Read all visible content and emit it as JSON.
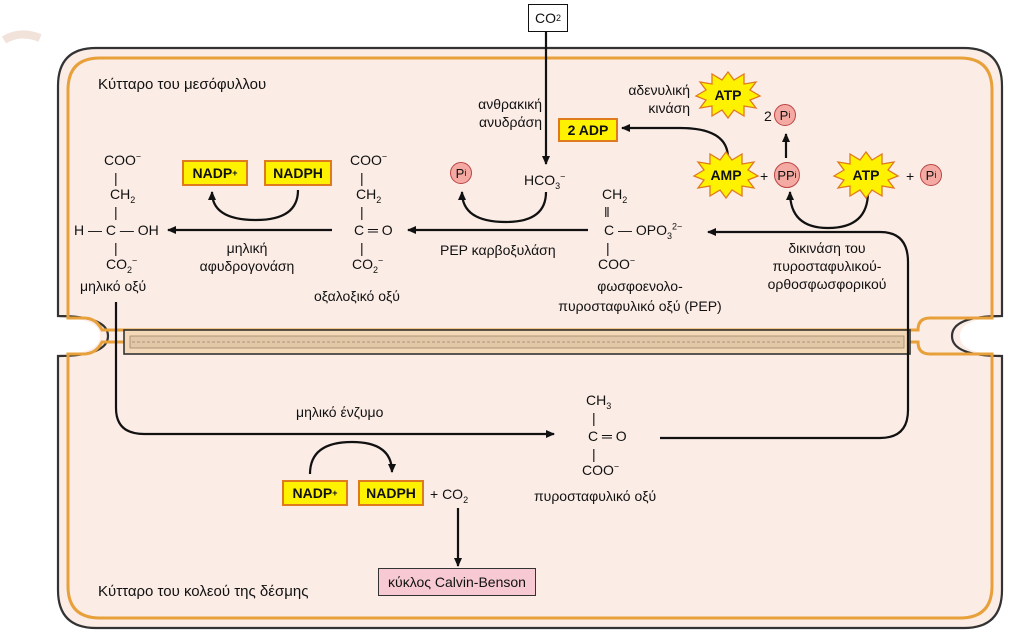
{
  "labels": {
    "mesophyll_cell": "Κύτταρο του μεσόφυλλου",
    "bundle_sheath_cell": "Κύτταρο του κολεού της δέσμης",
    "co2_top": "CO",
    "co2_top_sub": "2",
    "carbonic_anhydrase_1": "ανθρακική",
    "carbonic_anhydrase_2": "ανυδράση",
    "adenylate_kinase_1": "αδενυλική",
    "adenylate_kinase_2": "κινάση",
    "two_adp": "2 ADP",
    "atp": "ATP",
    "amp": "AMP",
    "two_pi_prefix": "2",
    "pi": "P",
    "pi_sub": "i",
    "ppi": "PP",
    "plus": "+",
    "hco3": "HCO",
    "hco3_sub": "3",
    "hco3_sup": "−",
    "nadp_plus": "NADP",
    "nadp_plus_sup": "+",
    "nadph": "NADPH",
    "malate_dehydrogenase_1": "μηλική",
    "malate_dehydrogenase_2": "αφυδρογονάση",
    "malic_acid": "μηλικό οξύ",
    "oxaloacetic_acid": "οξαλοξικό οξύ",
    "pep_carboxylase": "PEP καρβοξυλάση",
    "pep_name_1": "φωσφοενολο-",
    "pep_name_2": "πυροσταφυλικό οξύ (PEP)",
    "ppdk_1": "δικινάση του",
    "ppdk_2": "πυροσταφυλικού-",
    "ppdk_3": "ορθοσφωσφορικού",
    "malic_enzyme": "μηλικό ένζυμο",
    "pyruvic_acid": "πυροσταφυλικό οξύ",
    "plus_co2": "+ CO",
    "plus_co2_sub": "2",
    "calvin_benson": "κύκλος Calvin-Benson"
  },
  "structures": {
    "coo_minus": "COO",
    "minus": "−",
    "ch2": "CH",
    "ch2_sub": "2",
    "h_c_oh": "H — C — OH",
    "co2_minus": "CO",
    "co2_minus_sub": "2",
    "c_eq_o": "C ═ O",
    "c_opo3": "C — OPO",
    "opo3_sub": "3",
    "opo3_sup": "2−",
    "ch3": "CH",
    "ch3_sub": "3",
    "bond_v": "|"
  },
  "colors": {
    "cell_fill": "#fbece6",
    "cell_border_outer": "#333333",
    "cell_border_inner": "#e8a03a",
    "cofactor_fill": "#fff200",
    "cofactor_border": "#e07a1f",
    "phosphate_fill": "#f4aaa3",
    "calvin_fill": "#f7c9d2"
  }
}
